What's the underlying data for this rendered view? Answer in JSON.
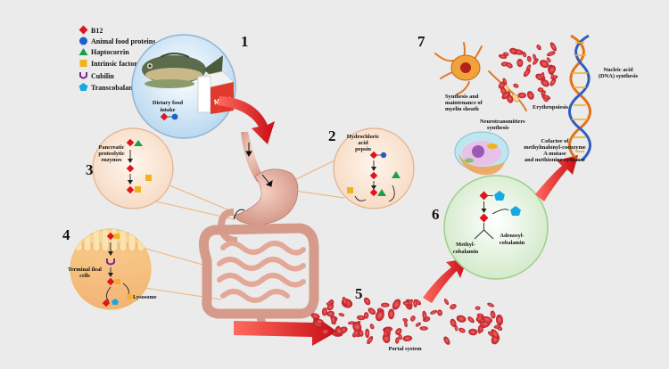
{
  "legend": {
    "items": [
      {
        "label": "B12",
        "icon": "red-diamond-icon",
        "color": "#e0141b"
      },
      {
        "label": "Animal food  proteins",
        "icon": "blue-circle-icon",
        "color": "#1f5fc8"
      },
      {
        "label": "Haptocorrin",
        "icon": "green-triangle-icon",
        "color": "#1aa04a"
      },
      {
        "label": "Intrinsic factor",
        "icon": "yellow-square-icon",
        "color": "#f2b21b"
      },
      {
        "label": "Cubilin",
        "icon": "purple-cup-icon",
        "color": "#7b2d8e"
      },
      {
        "label": "Transcobalamin",
        "icon": "cyan-pentagon-icon",
        "color": "#18a9e0"
      }
    ]
  },
  "steps": {
    "s1": {
      "number": "1",
      "line1": "Dietary food",
      "line2": "intake",
      "milk": "MILK"
    },
    "s2": {
      "number": "2",
      "line1": "Hydrochloric",
      "line2": "acid",
      "line3": "pepsin"
    },
    "s3": {
      "number": "3",
      "line1": "Pancreatic",
      "line2": "proteolytic",
      "line3": "enzymes"
    },
    "s4": {
      "number": "4",
      "line1": "Terminal ileal",
      "line2": "cells",
      "lysosome": "Lysosome"
    },
    "s5": {
      "number": "5",
      "label": "Portal system"
    },
    "s6": {
      "number": "6",
      "methyl1": "Methyl-",
      "methyl2": "cobalamin",
      "adeno1": "Adenosyl-",
      "adeno2": "cobalamin"
    },
    "s7": {
      "number": "7",
      "myelin": [
        "Synthesis and",
        "maintenance of",
        "myelin sheath"
      ],
      "erythro": "Erythropoiesis",
      "neuro": [
        "Neurotransmitters",
        "synthesis"
      ],
      "nucleic": [
        "Nucleic acid",
        "(DNA) synthesis"
      ],
      "cofactor": [
        "Cofactor  of",
        "methylmalonyl-coenzyme",
        "A mutase",
        "and methionine-synthase"
      ]
    }
  },
  "colors": {
    "arrow": "#d9141b",
    "background": "#ebebeb",
    "organ": "#e8b3a3"
  }
}
